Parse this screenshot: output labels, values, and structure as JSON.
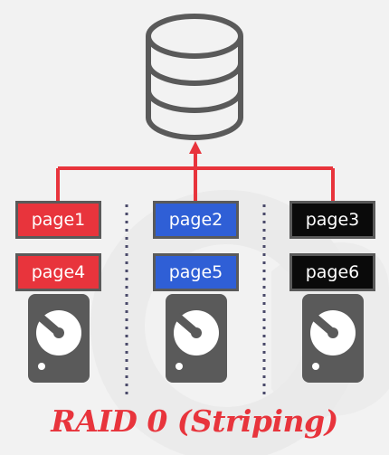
{
  "colors": {
    "accent": "#e8343c",
    "red_page": "#e8343c",
    "blue_page": "#2f5fd6",
    "black_page": "#0a0a0a",
    "icon_gray": "#5a5a5a",
    "divider": "#4a4a6a"
  },
  "icons": {
    "database": "database-icon",
    "disk": "hard-disk-icon"
  },
  "disks": [
    {
      "pages": [
        "page1",
        "page4"
      ]
    },
    {
      "pages": [
        "page2",
        "page5"
      ]
    },
    {
      "pages": [
        "page3",
        "page6"
      ]
    }
  ],
  "caption": "RAID 0 (Striping)"
}
